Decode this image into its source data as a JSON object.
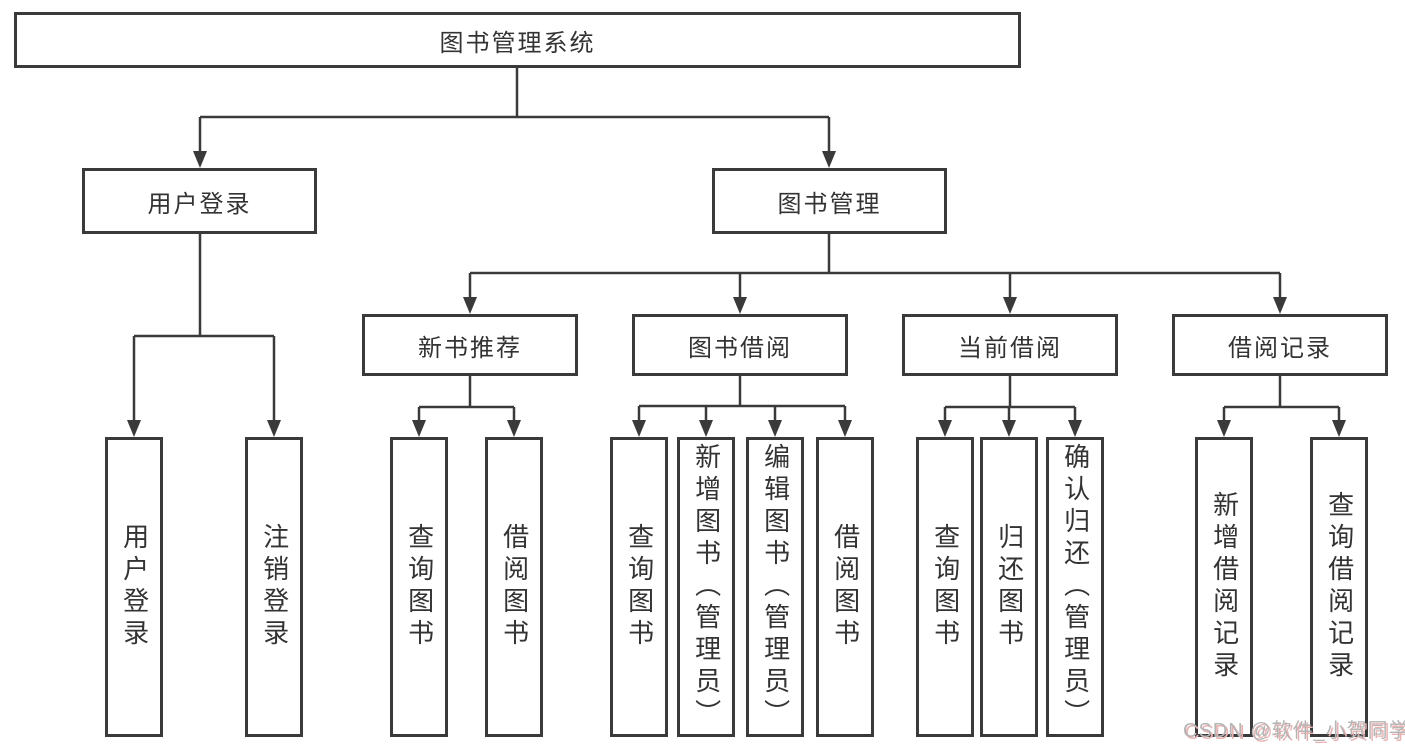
{
  "tree": {
    "root": "图书管理系统",
    "user_branch": {
      "label": "用户登录",
      "leaves": [
        "用户登录",
        "注销登录"
      ]
    },
    "book_branch": {
      "label": "图书管理",
      "sections": [
        {
          "label": "新书推荐",
          "leaves": [
            "查询图书",
            "借阅图书"
          ]
        },
        {
          "label": "图书借阅",
          "leaves": [
            "查询图书",
            "新增图书（管理员）",
            "编辑图书（管理员）",
            "借阅图书"
          ]
        },
        {
          "label": "当前借阅",
          "leaves": [
            "查询图书",
            "归还图书",
            "确认归还（管理员）"
          ]
        },
        {
          "label": "借阅记录",
          "leaves": [
            "新增借阅记录",
            "查询借阅记录"
          ]
        }
      ]
    }
  },
  "watermark": "CSDN @软件_小贺同学",
  "colors": {
    "line": "#3a3a3a",
    "box_border": "#3a3a3a",
    "text": "#333333",
    "background": "#ffffff",
    "watermark_text": "#b5b5b5",
    "watermark_shadow": "#eab3b3"
  }
}
